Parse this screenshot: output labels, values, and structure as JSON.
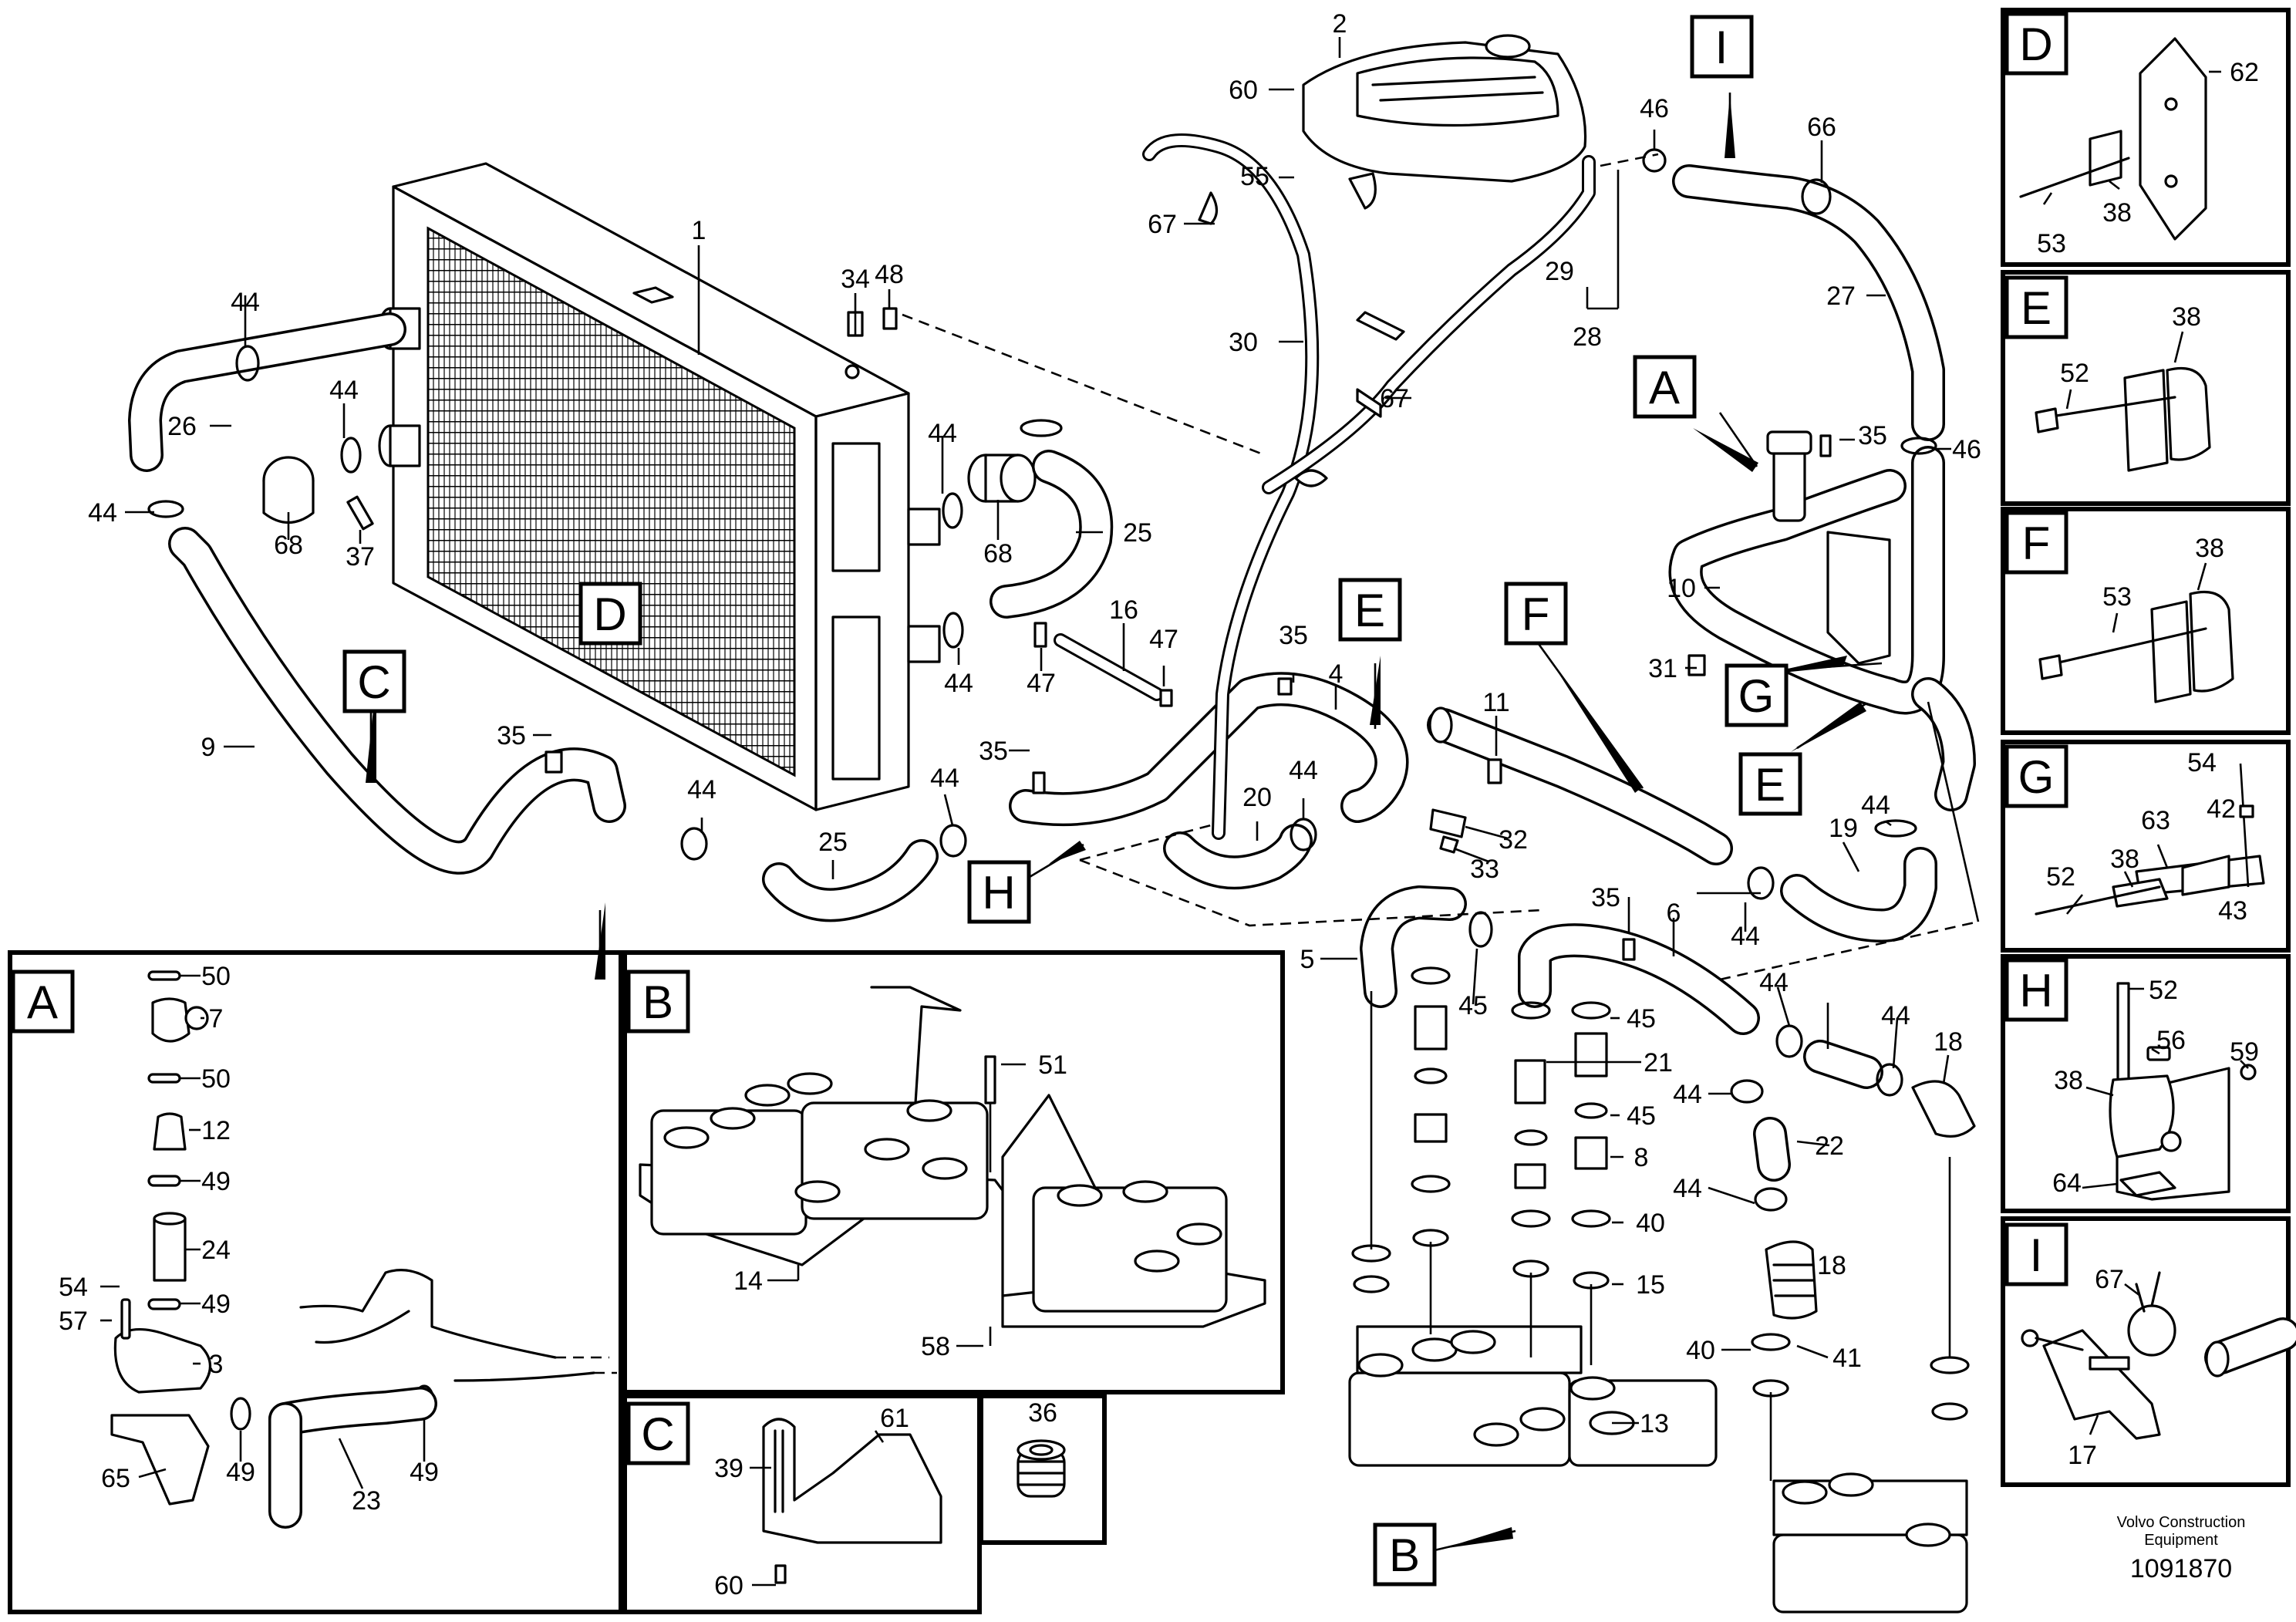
{
  "callouts": {
    "n1": "1",
    "n2": "2",
    "n3": "3",
    "n4": "4",
    "n5": "5",
    "n6": "6",
    "n7": "7",
    "n8": "8",
    "n9": "9",
    "n10": "10",
    "n11": "11",
    "n12": "12",
    "n13": "13",
    "n14": "14",
    "n15": "15",
    "n16": "16",
    "n17": "17",
    "n18": "18",
    "n19": "19",
    "n20": "20",
    "n21": "21",
    "n22": "22",
    "n23": "23",
    "n24": "24",
    "n25": "25",
    "n26": "26",
    "n27": "27",
    "n28": "28",
    "n29": "29",
    "n30": "30",
    "n31": "31",
    "n32": "32",
    "n33": "33",
    "n34": "34",
    "n35": "35",
    "n36": "36",
    "n37": "37",
    "n38": "38",
    "n39": "39",
    "n40": "40",
    "n41": "41",
    "n42": "42",
    "n43": "43",
    "n44": "44",
    "n45": "45",
    "n46": "46",
    "n47": "47",
    "n48": "48",
    "n49": "49",
    "n50": "50",
    "n51": "51",
    "n52": "52",
    "n53": "53",
    "n54": "54",
    "n55": "55",
    "n56": "56",
    "n57": "57",
    "n58": "58",
    "n59": "59",
    "n60": "60",
    "n61": "61",
    "n62": "62",
    "n63": "63",
    "n64": "64",
    "n65": "65",
    "n66": "66",
    "n67": "67",
    "n68": "68"
  },
  "view_letters": {
    "a": "A",
    "b": "B",
    "c": "C",
    "d": "D",
    "e": "E",
    "f": "F",
    "g": "G",
    "h": "H",
    "i": "I"
  },
  "credit": {
    "line1": "Volvo Construction",
    "line2": "Equipment",
    "doc_number": "1091870"
  }
}
